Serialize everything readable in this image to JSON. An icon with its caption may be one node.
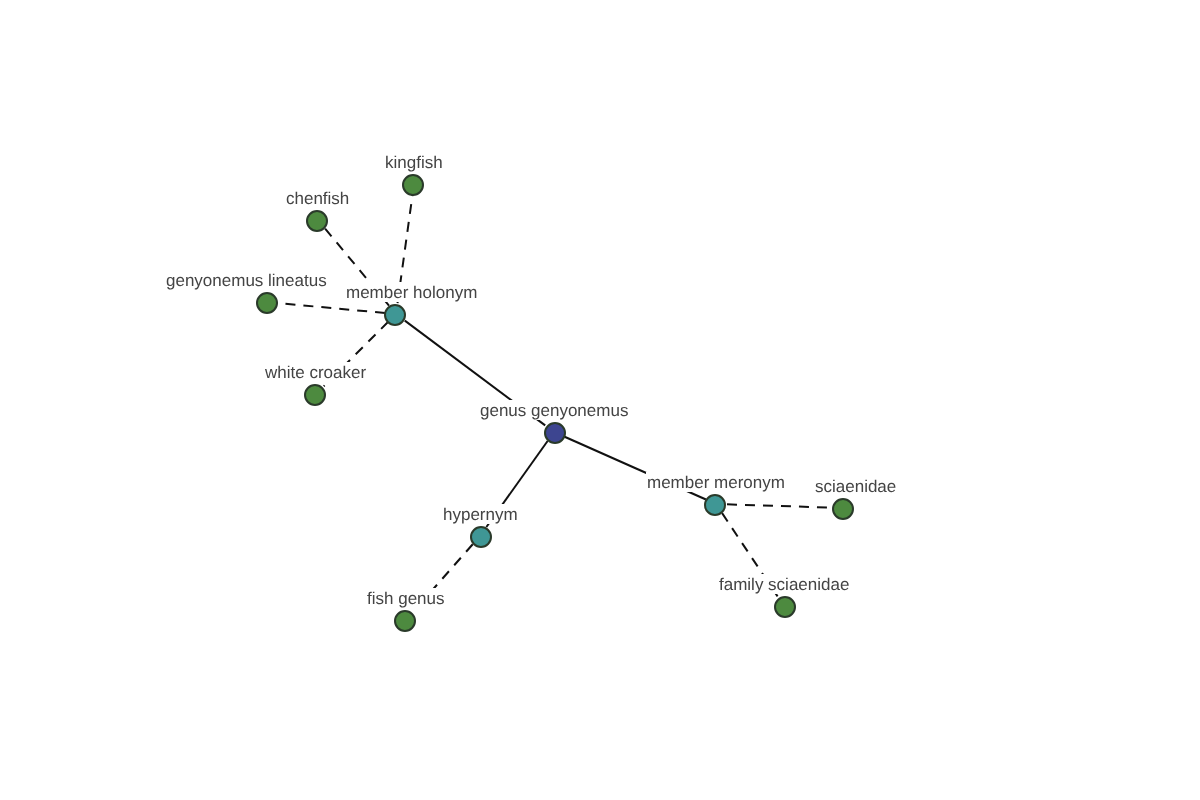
{
  "diagram": {
    "nodes": [
      {
        "text": [
          "kingfish"
        ]
      },
      {
        "text": [
          "chenfish"
        ]
      },
      {
        "text": [
          "genyonemus lineatus"
        ]
      },
      {
        "text": [
          "member holonym"
        ]
      },
      {
        "text": [
          "white croaker"
        ]
      },
      {
        "text": [
          "genus genyonemus"
        ]
      },
      {
        "text": [
          "member meronym"
        ]
      },
      {
        "text": [
          "sciaenidae"
        ]
      },
      {
        "text": [
          "hypernym"
        ]
      },
      {
        "text": [
          "family sciaenidae"
        ]
      },
      {
        "text": [
          "fish genus"
        ]
      }
    ],
    "edges": [
      {
        "from": 5,
        "to": 3,
        "arrow": "none"
      },
      {
        "from": 5,
        "to": 6,
        "arrow": "none"
      },
      {
        "from": 5,
        "to": 8,
        "arrow": "none"
      },
      {
        "from": 3,
        "to": 0,
        "arrow": "none",
        "style": "dashed"
      },
      {
        "from": 3,
        "to": 1,
        "arrow": "none",
        "style": "dashed"
      },
      {
        "from": 3,
        "to": 2,
        "arrow": "none",
        "style": "dashed"
      },
      {
        "from": 3,
        "to": 4,
        "arrow": "none",
        "style": "dashed"
      },
      {
        "from": 6,
        "to": 7,
        "arrow": "none",
        "style": "dashed"
      },
      {
        "from": 6,
        "to": 9,
        "arrow": "none",
        "style": "dashed"
      },
      {
        "from": 8,
        "to": 10,
        "arrow": "none",
        "style": "dashed"
      }
    ]
  }
}
